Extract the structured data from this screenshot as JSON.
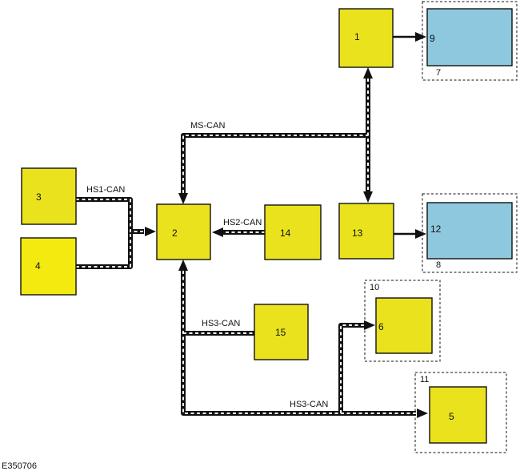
{
  "modules": {
    "m1": "1",
    "m2": "2",
    "m3": "3",
    "m4": "4",
    "m5": "5",
    "m6": "6",
    "m13": "13",
    "m14": "14",
    "m15": "15"
  },
  "displays": {
    "d9": "9",
    "d12": "12"
  },
  "groups": {
    "g7": "7",
    "g8": "8",
    "g10": "10",
    "g11": "11"
  },
  "buses": {
    "ms_can": "MS-CAN",
    "hs1_can": "HS1-CAN",
    "hs2_can": "HS2-CAN",
    "hs3_can_upper": "HS3-CAN",
    "hs3_can_lower": "HS3-CAN"
  },
  "figure_code": "E350706",
  "colors": {
    "module_fill": "#e9e21d",
    "display_fill": "#8ec8df",
    "outline": "#111111",
    "bus_dash": "#ffffff"
  }
}
